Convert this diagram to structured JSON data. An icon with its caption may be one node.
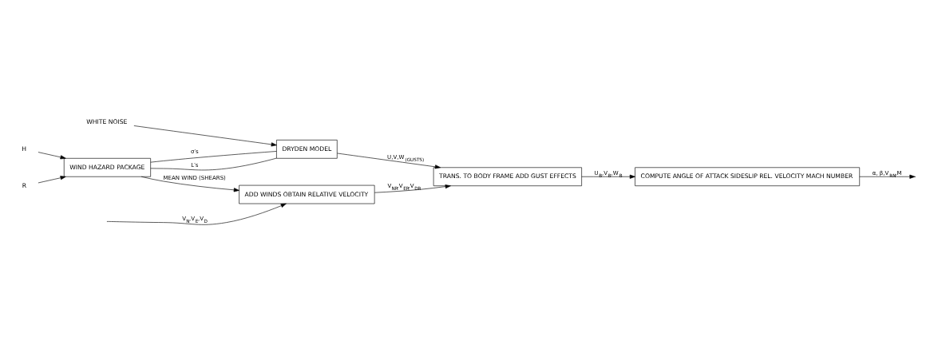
{
  "diagram": {
    "nodes": [
      {
        "text": [
          "ADD WINDS OBTAIN RELATIVE VELOCITY"
        ]
      },
      {
        "text": [
          "TRANS. TO BODY FRAME ADD GUST EFFECTS"
        ]
      },
      {
        "text": [
          "COMPUTE ANGLE OF ATTACK SIDESLIP REL. VELOCITY MACH NUMBER"
        ]
      },
      {
        "text": [
          "WIND HAZARD PACKAGE"
        ]
      },
      {
        "text": [
          "DRYDEN MODEL"
        ]
      },
      {
        "text": [
          "WHITE NOISE"
        ]
      },
      {
        "text": [
          "H"
        ]
      },
      {
        "text": [
          "R"
        ]
      }
    ],
    "edges": [
      {
        "from": null,
        "to": 0,
        "arrow": "to",
        "label": "V$_{N}$,V$_{E}$,V$_{D}$"
      },
      {
        "from": 0,
        "to": 1,
        "arrow": "to",
        "label": "V$_{NR}$,V$_{ER}$,V$_{DR}$"
      },
      {
        "from": 1,
        "to": 2,
        "arrow": "to",
        "label": "U$_{B}$,V$_{B}$,W$_{B}$"
      },
      {
        "from": 2,
        "to": null,
        "arrow": "to",
        "label": "α, β,V$_{RN}$,M"
      },
      {
        "from": 3,
        "to": 0,
        "arrow": "to",
        "label": "MEAN WIND (SHEARS)"
      },
      {
        "from": 3,
        "to": 4,
        "arrow": "none",
        "label": "L′s"
      },
      {
        "from": 3,
        "to": 4,
        "arrow": "none",
        "label": "σ′s"
      },
      {
        "from": 4,
        "to": 1,
        "arrow": "to",
        "label": "U,V,W$_{(GUSTS)}$"
      },
      {
        "from": 5,
        "to": 4,
        "arrow": "to"
      },
      {
        "from": 6,
        "to": 3,
        "arrow": "to"
      },
      {
        "from": 7,
        "to": 3,
        "arrow": "to"
      }
    ]
  }
}
